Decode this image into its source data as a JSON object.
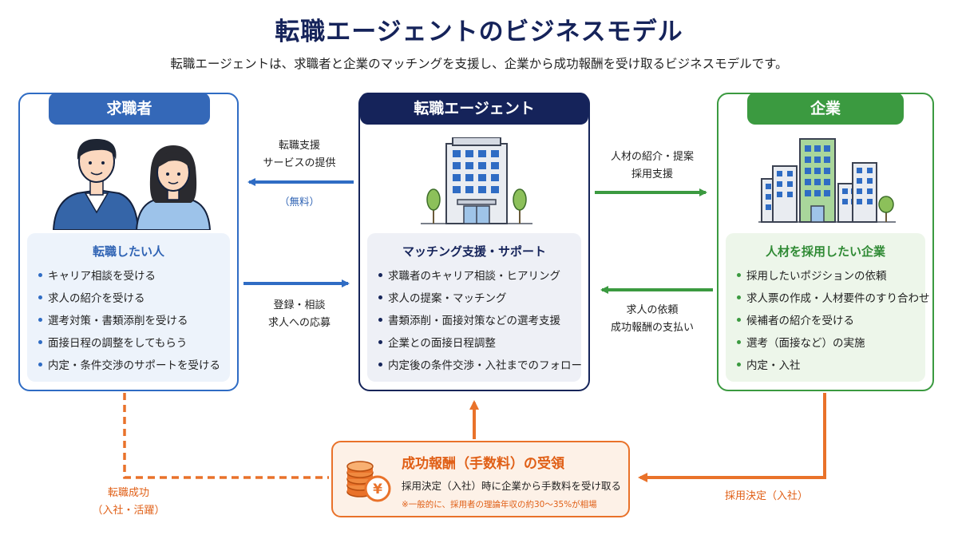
{
  "header": {
    "title": "転職エージェントのビジネスモデル",
    "subtitle": "転職エージェントは、求職者と企業のマッチングを支援し、企業から成功報酬を受け取るビジネスモデルです。"
  },
  "seeker": {
    "tab": "求職者",
    "heading": "転職したい人",
    "items": [
      "キャリア相談を受ける",
      "求人の紹介を受ける",
      "選考対策・書類添削を受ける",
      "面接日程の調整をしてもらう",
      "内定・条件交渉のサポートを受ける"
    ]
  },
  "agent": {
    "tab": "転職エージェント",
    "heading": "マッチング支援・サポート",
    "items": [
      "求職者のキャリア相談・ヒアリング",
      "求人の提案・マッチング",
      "書類添削・面接対策などの選考支援",
      "企業との面接日程調整",
      "内定後の条件交渉・入社までのフォロー"
    ]
  },
  "company": {
    "tab": "企業",
    "heading": "人材を採用したい企業",
    "items": [
      "採用したいポジションの依頼",
      "求人票の作成・人材要件のすり合わせ",
      "候補者の紹介を受ける",
      "選考（面接など）の実施",
      "内定・入社"
    ]
  },
  "flows": {
    "to_seeker_line1": "転職支援",
    "to_seeker_line2": "サービスの提供",
    "to_seeker_note": "（無料）",
    "from_seeker_line1": "登録・相談",
    "from_seeker_line2": "求人への応募",
    "to_company_line1": "人材の紹介・提案",
    "to_company_line2": "採用支援",
    "from_company_line1": "求人の依頼",
    "from_company_line2": "成功報酬の支払い"
  },
  "fee": {
    "title": "成功報酬（手数料）の受領",
    "desc": "採用決定（入社）時に企業から手数料を受け取る",
    "note": "※一般的に、採用者の理論年収の約30〜35%が相場"
  },
  "bottom": {
    "left_line1": "転職成功",
    "left_line2": "（入社・活躍）",
    "right": "採用決定（入社）"
  },
  "colors": {
    "navy": "#15235a",
    "blue": "#2f6cc4",
    "green": "#3b9a40",
    "orange": "#e9722a"
  }
}
